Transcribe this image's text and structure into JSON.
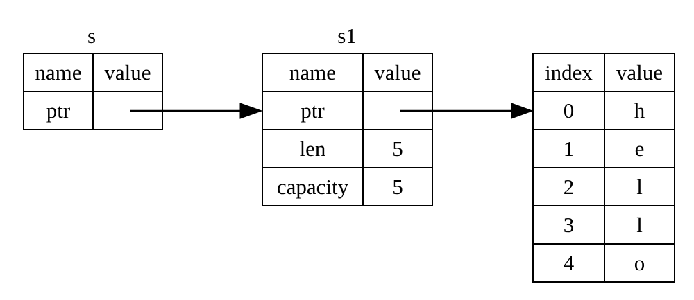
{
  "nodes": {
    "s": {
      "title": "s",
      "header": [
        "name",
        "value"
      ],
      "rows": [
        {
          "name": "ptr",
          "value": ""
        }
      ]
    },
    "s1": {
      "title": "s1",
      "header": [
        "name",
        "value"
      ],
      "rows": [
        {
          "name": "ptr",
          "value": ""
        },
        {
          "name": "len",
          "value": "5"
        },
        {
          "name": "capacity",
          "value": "5"
        }
      ]
    },
    "heap": {
      "header": [
        "index",
        "value"
      ],
      "rows": [
        {
          "index": "0",
          "value": "h"
        },
        {
          "index": "1",
          "value": "e"
        },
        {
          "index": "2",
          "value": "l"
        },
        {
          "index": "3",
          "value": "l"
        },
        {
          "index": "4",
          "value": "o"
        }
      ]
    }
  },
  "edges": [
    {
      "from": "s.ptr",
      "to": "s1.ptr"
    },
    {
      "from": "s1.ptr",
      "to": "heap.0"
    }
  ]
}
